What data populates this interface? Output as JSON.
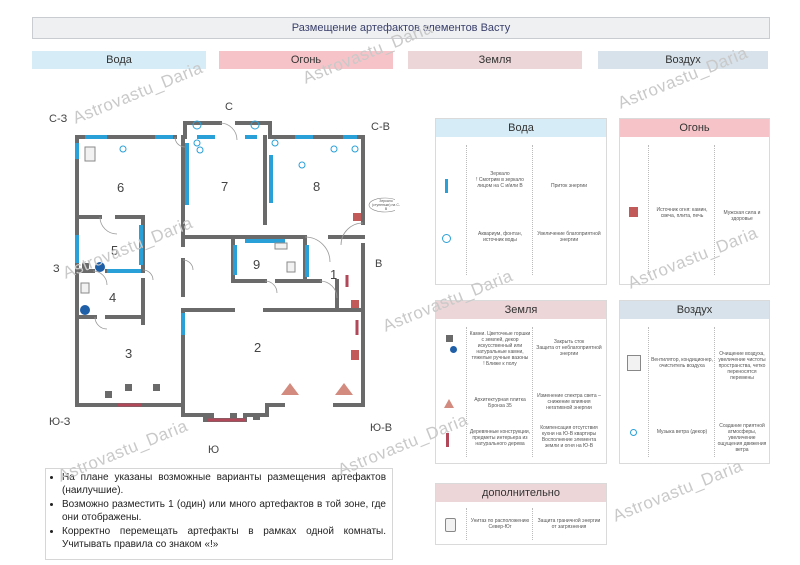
{
  "title": "Размещение артефактов элементов Васту",
  "element_bars": {
    "water": "Вода",
    "fire": "Огонь",
    "earth": "Земля",
    "air": "Воздух"
  },
  "colors": {
    "water": "#d6ecf6",
    "fire": "#f6c4c8",
    "earth": "#ecd6d8",
    "air": "#d7e2ea",
    "wall": "#6a6a6a",
    "accent_blue": "#2aa0d8",
    "accent_pink": "#c25a5a"
  },
  "watermark": "Astrovastu_Daria",
  "plan": {
    "directions": {
      "n": "С",
      "nw": "С-З",
      "ne": "С-В",
      "w": "З",
      "e": "В",
      "s": "Ю",
      "sw": "Ю-З",
      "se": "Ю-В"
    },
    "rooms": {
      "r1": "1",
      "r2": "2",
      "r3": "3",
      "r4": "4",
      "r5": "5",
      "r6": "6",
      "r7": "7",
      "r8": "8",
      "r9": "9"
    },
    "callout": "Зеркало (ступеньки) на С-В"
  },
  "notes": [
    "На плане указаны возможные варианты размещения артефактов (наилучшие).",
    "Возможно разместить 1 (один) или много артефактов в той зоне, где они отображены.",
    "Корректно перемещать артефакты в рамках одной комнаты. Учитывать правила со знаком «!»"
  ],
  "legend": {
    "water": {
      "title": "Вода",
      "rows": [
        {
          "icon": "blue-bar-icon",
          "desc": "Зеркало\n! Смотрим в зеркало лицом на С и/или В",
          "effect": "Приток энергии"
        },
        {
          "icon": "circle-outline-icon",
          "desc": "Аквариум, фонтан, источник воды",
          "effect": "Увеличение благоприятной энергии"
        }
      ]
    },
    "fire": {
      "title": "Огонь",
      "rows": [
        {
          "icon": "flame-icon",
          "desc": "Источник огня: камин, свеча, плита, печь",
          "effect": "Мужская сила и здоровье"
        }
      ]
    },
    "earth": {
      "title": "Земля",
      "rows": [
        {
          "icon": "planter-icon",
          "desc": "Камни. Цветочные горшки с землей, декор искусственный или натуральные камни, тяжелые ручные вазоны\n! Ближе к полу",
          "effect": "Закрыть сток\nЗащита от неблагоприятной энергии"
        },
        {
          "icon": "pyramid-icon",
          "desc": "Архитектурная плитка Бронза 35",
          "effect": "Изменение спектра света – снижение влияния негативной энергии"
        },
        {
          "icon": "wood-bar-icon",
          "desc": "Деревянные конструкции, предметы интерьера из натурального дерева",
          "effect": "Компенсация отсутствия кухни на Ю-В квартиры\nВосполнение элемента земли и огня на Ю-В"
        }
      ]
    },
    "air": {
      "title": "Воздух",
      "rows": [
        {
          "icon": "fan-icon",
          "desc": "Вентилятор, кондиционер, очиститель воздуха",
          "effect": "Очищение воздуха, увеличение чистоты пространства, четко переносятся перемены"
        },
        {
          "icon": "windchime-icon",
          "desc": "Музыка ветра (декор)",
          "effect": "Создание приятной атмосферы, увеличение ощущения движения ветра"
        }
      ]
    },
    "extra": {
      "title": "дополнительно",
      "rows": [
        {
          "icon": "bowl-icon",
          "desc": "Унитаз по расположению Север-Юг",
          "effect": "Защита граничной энергии от загрязнения"
        }
      ]
    }
  }
}
